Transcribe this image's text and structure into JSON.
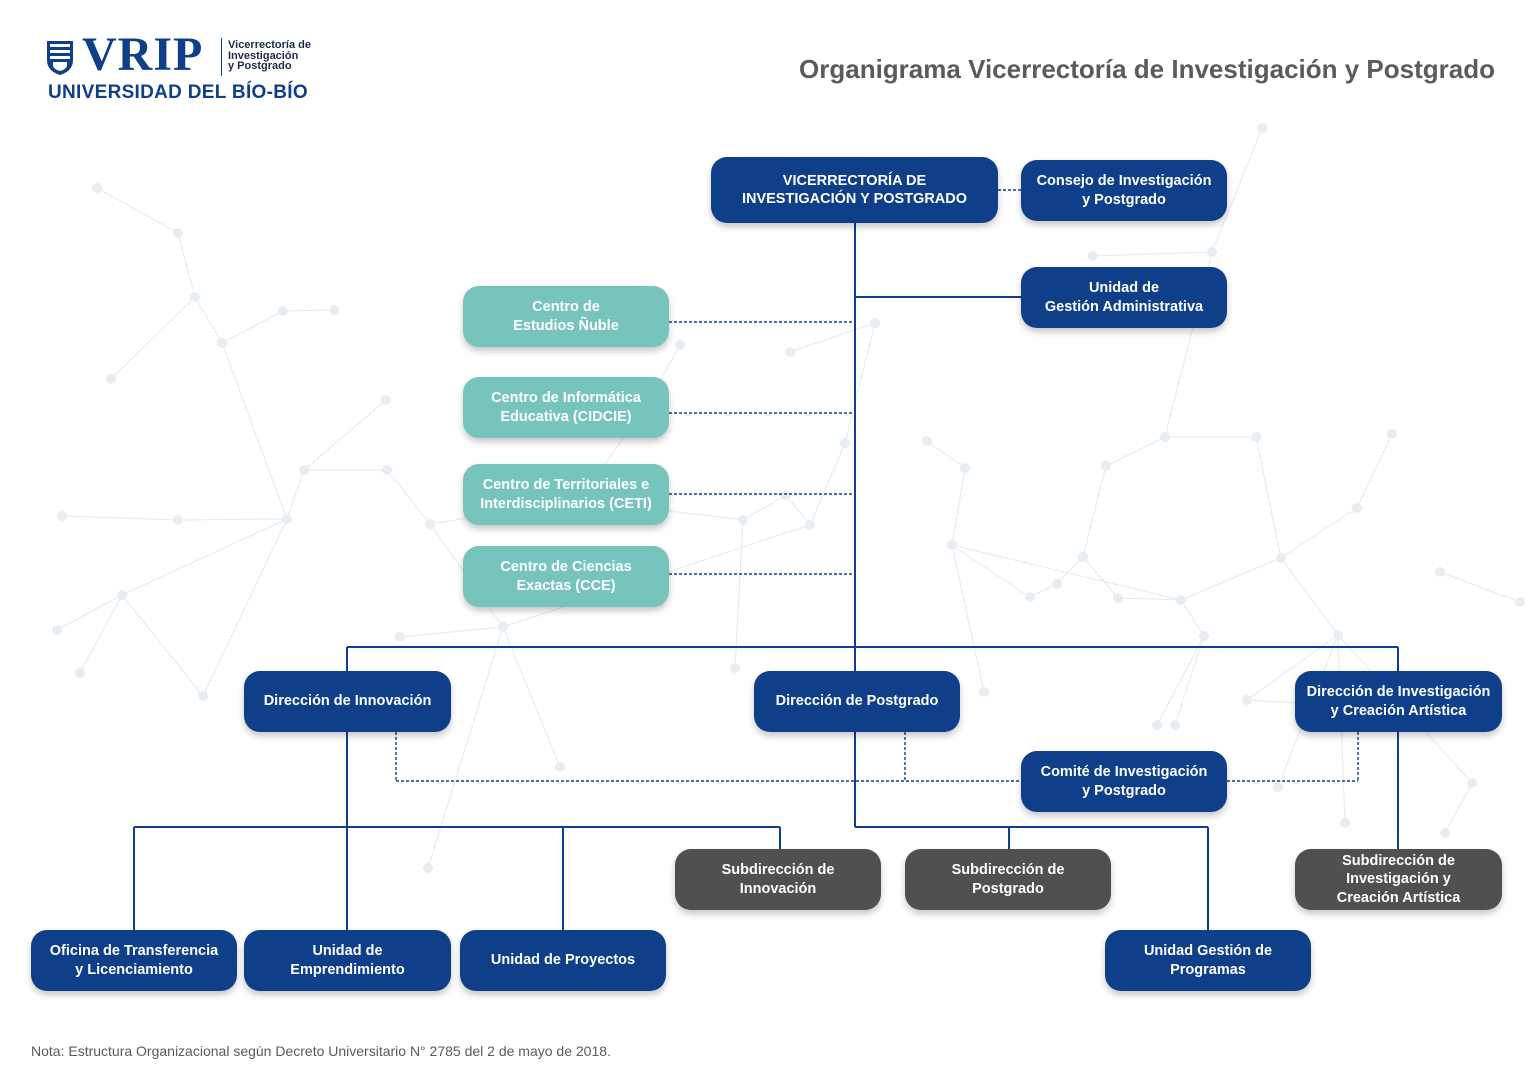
{
  "header": {
    "logo_mark": "VRIP",
    "logo_sub_1": "Vicerrectoría de",
    "logo_sub_2": "Investigación",
    "logo_sub_3": "y Postgrado",
    "university": "UNIVERSIDAD DEL BÍO-BÍO",
    "title": "Organigrama Vicerrectoría de Investigación y Postgrado"
  },
  "colors": {
    "navy": "#0e3f88",
    "teal": "#76c4bb",
    "gray": "#505050",
    "line": "#0e3f88"
  },
  "nodes": {
    "vrip": "VICERRECTORÍA DE\nINVESTIGACIÓN Y POSTGRADO",
    "consejo": "Consejo de Investigación\ny Postgrado",
    "unidad_gestion_adm": "Unidad de\nGestión Administrativa",
    "centro_nuble": "Centro de\nEstudios Ñuble",
    "cidcie": "Centro de Informática\nEducativa (CIDCIE)",
    "ceti": "Centro de Territoriales e\nInterdisciplinarios (CETI)",
    "cce": "Centro de Ciencias\nExactas (CCE)",
    "dir_innovacion": "Dirección de Innovación",
    "dir_postgrado": "Dirección de Postgrado",
    "dir_investigacion": "Dirección de Investigación\ny Creación Artística",
    "comite": "Comité de Investigación\ny Postgrado",
    "sub_innovacion": "Subdirección de\nInnovación",
    "sub_postgrado": "Subdirección de\nPostgrado",
    "sub_investigacion": "Subdirección de\nInvestigación y\nCreación Artística",
    "oficina_transferencia": "Oficina de Transferencia\ny Licenciamiento",
    "unidad_emprendimiento": "Unidad de\nEmprendimiento",
    "unidad_proyectos": "Unidad de Proyectos",
    "unidad_programas": "Unidad Gestión de\nProgramas"
  },
  "footer": {
    "note": "Nota: Estructura Organizacional según Decreto Universitario N° 2785 del 2 de mayo de 2018."
  }
}
